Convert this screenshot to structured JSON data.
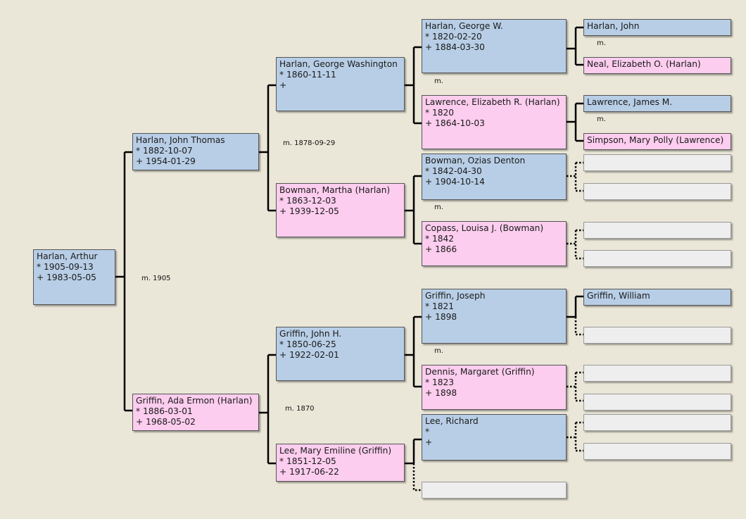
{
  "people": {
    "arthur": {
      "name": "Harlan, Arthur",
      "born": "* 1905-09-13",
      "died": "+ 1983-05-05",
      "sex": "male"
    },
    "john_thomas": {
      "name": "Harlan, John Thomas",
      "born": "* 1882-10-07",
      "died": "+ 1954-01-29",
      "sex": "male"
    },
    "ada": {
      "name": "Griffin, Ada Ermon (Harlan)",
      "born": "* 1886-03-01",
      "died": "+ 1968-05-02",
      "sex": "female"
    },
    "gw_harlan": {
      "name": "Harlan, George Washington",
      "born": "* 1860-11-11",
      "died": "+",
      "sex": "male"
    },
    "martha": {
      "name": "Bowman, Martha (Harlan)",
      "born": "* 1863-12-03",
      "died": "+ 1939-12-05",
      "sex": "female"
    },
    "john_h": {
      "name": "Griffin, John H.",
      "born": "* 1850-06-25",
      "died": "+ 1922-02-01",
      "sex": "male"
    },
    "mary_emiline": {
      "name": "Lee, Mary Emiline (Griffin)",
      "born": "* 1851-12-05",
      "died": "+ 1917-06-22",
      "sex": "female"
    },
    "george_w": {
      "name": "Harlan, George W.",
      "born": "* 1820-02-20",
      "died": "+ 1884-03-30",
      "sex": "male"
    },
    "elizabeth_r": {
      "name": "Lawrence, Elizabeth R. (Harlan)",
      "born": "* 1820",
      "died": "+ 1864-10-03",
      "sex": "female"
    },
    "ozias": {
      "name": "Bowman, Ozias Denton",
      "born": "* 1842-04-30",
      "died": "+ 1904-10-14",
      "sex": "male"
    },
    "louisa": {
      "name": "Copass, Louisa J. (Bowman)",
      "born": "* 1842",
      "died": "+ 1866",
      "sex": "female"
    },
    "joseph": {
      "name": "Griffin, Joseph",
      "born": "* 1821",
      "died": "+ 1898",
      "sex": "male"
    },
    "margaret": {
      "name": "Dennis, Margaret (Griffin)",
      "born": "* 1823",
      "died": "+ 1898",
      "sex": "female"
    },
    "richard": {
      "name": "Lee, Richard",
      "born": "*",
      "died": "+",
      "sex": "male"
    },
    "john_harlan": {
      "name": "Harlan, John",
      "sex": "male"
    },
    "elizabeth_o": {
      "name": "Neal, Elizabeth O. (Harlan)",
      "sex": "female"
    },
    "james_m": {
      "name": "Lawrence, James M.",
      "sex": "male"
    },
    "mary_polly": {
      "name": "Simpson, Mary Polly (Lawrence)",
      "sex": "female"
    },
    "william": {
      "name": "Griffin, William",
      "sex": "male"
    }
  },
  "marriages": {
    "john_thomas_ada": "m. 1905",
    "gw_martha": "m. 1878-09-29",
    "john_h_mary": "m. 1870",
    "george_elizabeth": "m.",
    "ozias_louisa": "m.",
    "joseph_margaret": "m.",
    "john_elizabeth_o": "m.",
    "james_mary_polly": "m."
  },
  "colors": {
    "male": "#b8cee6",
    "female": "#fccdee",
    "empty": "#eeeeee",
    "background": "#ebe7d8",
    "line": "#000000"
  }
}
